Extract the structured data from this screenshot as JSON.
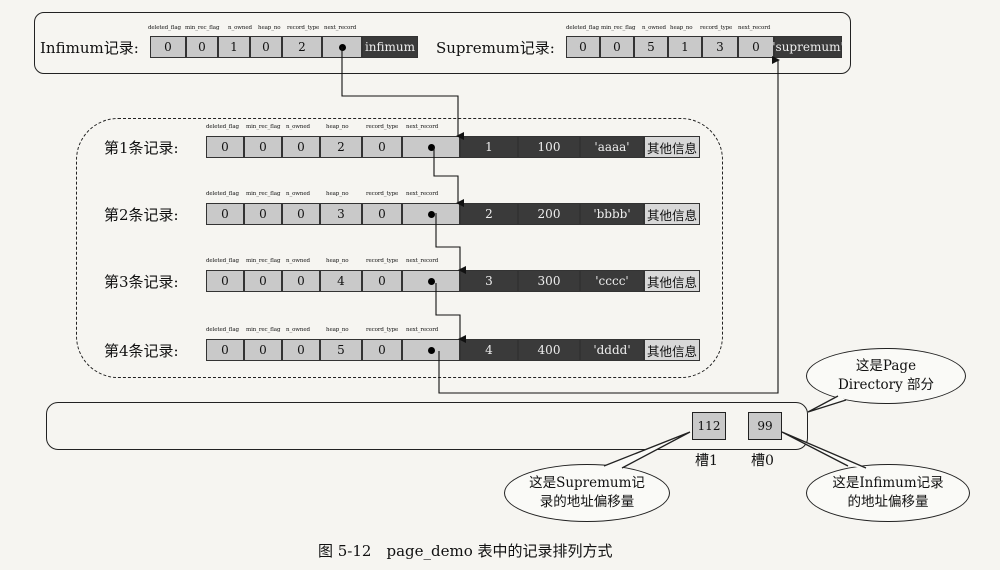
{
  "top": {
    "infimum": {
      "label": "Infimum记录:",
      "headers": [
        "deleted_flag",
        "min_rec_flag",
        "n_owned",
        "heap_no",
        "record_type",
        "next_record"
      ],
      "values": [
        "0",
        "0",
        "1",
        "0",
        "2"
      ],
      "data_label": "infimum"
    },
    "supremum": {
      "label": "Supremum记录:",
      "headers": [
        "deleted_flag",
        "min_rec_flag",
        "n_owned",
        "heap_no",
        "record_type",
        "next_record"
      ],
      "values": [
        "0",
        "0",
        "5",
        "1",
        "3",
        "0"
      ],
      "data_label": "'supremum'"
    }
  },
  "record_headers": [
    "deleted_flag",
    "min_rec_flag",
    "n_owned",
    "heap_no",
    "record_type",
    "next_record"
  ],
  "records": [
    {
      "label": "第1条记录:",
      "values": [
        "0",
        "0",
        "0",
        "2",
        "0"
      ],
      "c1": "1",
      "c2": "100",
      "c3": "'aaaa'",
      "other": "其他信息"
    },
    {
      "label": "第2条记录:",
      "values": [
        "0",
        "0",
        "0",
        "3",
        "0"
      ],
      "c1": "2",
      "c2": "200",
      "c3": "'bbbb'",
      "other": "其他信息"
    },
    {
      "label": "第3条记录:",
      "values": [
        "0",
        "0",
        "0",
        "4",
        "0"
      ],
      "c1": "3",
      "c2": "300",
      "c3": "'cccc'",
      "other": "其他信息"
    },
    {
      "label": "第4条记录:",
      "values": [
        "0",
        "0",
        "0",
        "5",
        "0"
      ],
      "c1": "4",
      "c2": "400",
      "c3": "'dddd'",
      "other": "其他信息"
    }
  ],
  "directory": {
    "slots": [
      {
        "value": "112",
        "name": "槽1"
      },
      {
        "value": "99",
        "name": "槽0"
      }
    ],
    "callout_directory": "这是Page Directory 部分",
    "callout_supremum": "这是Supremum记录的地址偏移量",
    "callout_infimum": "这是Infimum记录的地址偏移量"
  },
  "caption": "图 5-12　page_demo 表中的记录排列方式"
}
